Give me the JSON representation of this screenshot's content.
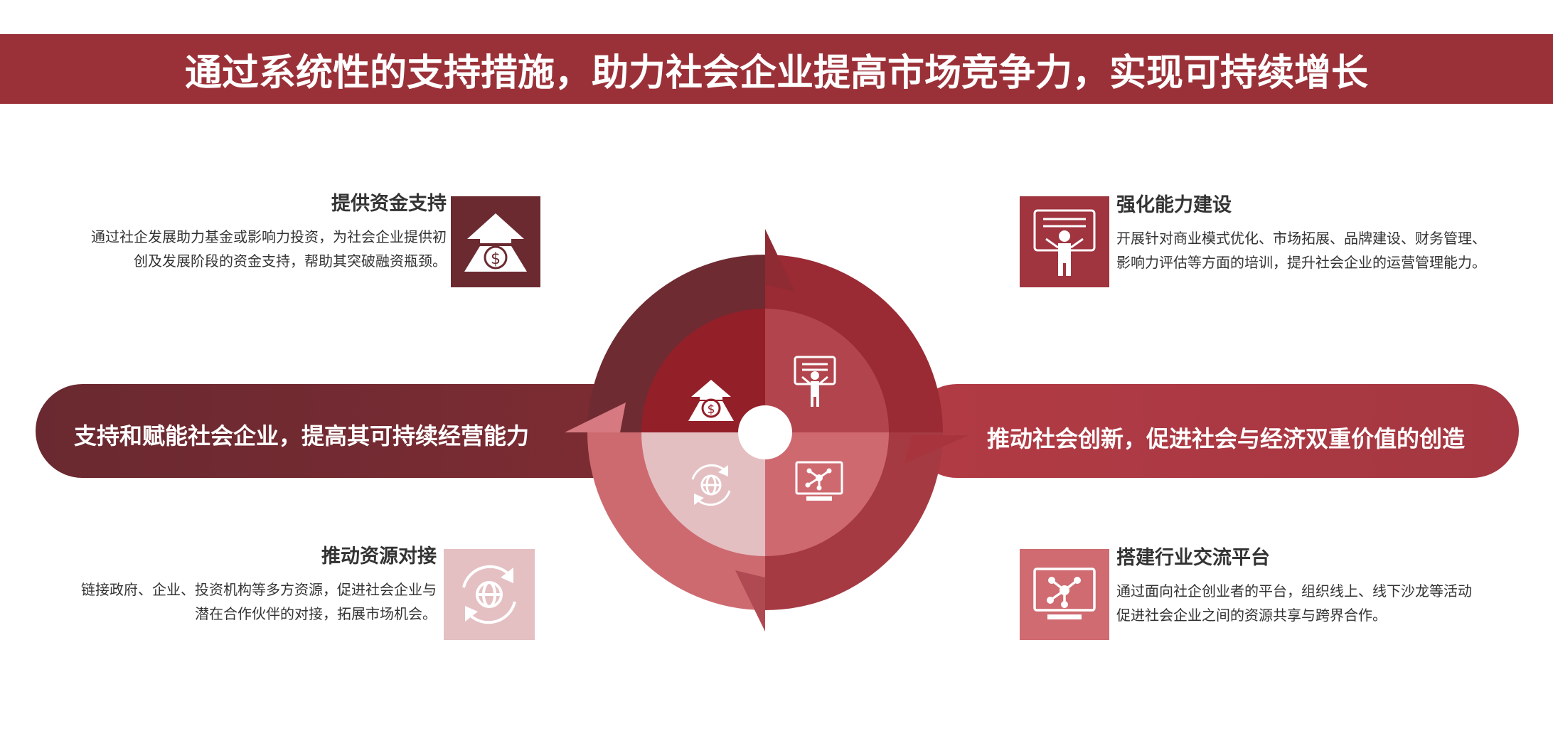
{
  "title": "通过系统性的支持措施，助力社会企业提高市场竞争力，实现可持续增长",
  "left_pill": "支持和赋能社会企业，提高其可持续经营能力",
  "right_pill": "推动社会创新，促进社会与经济双重价值的创造",
  "quadrants": [
    {
      "heading": "提供资金支持",
      "desc_line1": "通过社企发展助力基金或影响力投资，为社会企业提供初",
      "desc_line2": "创及发展阶段的资金支持，帮助其突破融资瓶颈。",
      "icon": "money-up-icon",
      "color": "#6b2a30"
    },
    {
      "heading": "强化能力建设",
      "desc_line1": "开展针对商业模式优化、市场拓展、品牌建设、财务管理、",
      "desc_line2": "影响力评估等方面的培训，提升社会企业的运营管理能力。",
      "icon": "presenter-icon",
      "color": "#a0343f"
    },
    {
      "heading": "推动资源对接",
      "desc_line1": "链接政府、企业、投资机构等多方资源，促进社会企业与",
      "desc_line2": "潜在合作伙伴的对接，拓展市场机会。",
      "icon": "globe-cycle-icon",
      "color": "#e4c0c3"
    },
    {
      "heading": "搭建行业交流平台",
      "desc_line1": "通过面向社企创业者的平台，组织线上、线下沙龙等活动",
      "desc_line2": "促进社会企业之间的资源共享与跨界合作。",
      "icon": "network-monitor-icon",
      "color": "#cf6b71"
    }
  ]
}
